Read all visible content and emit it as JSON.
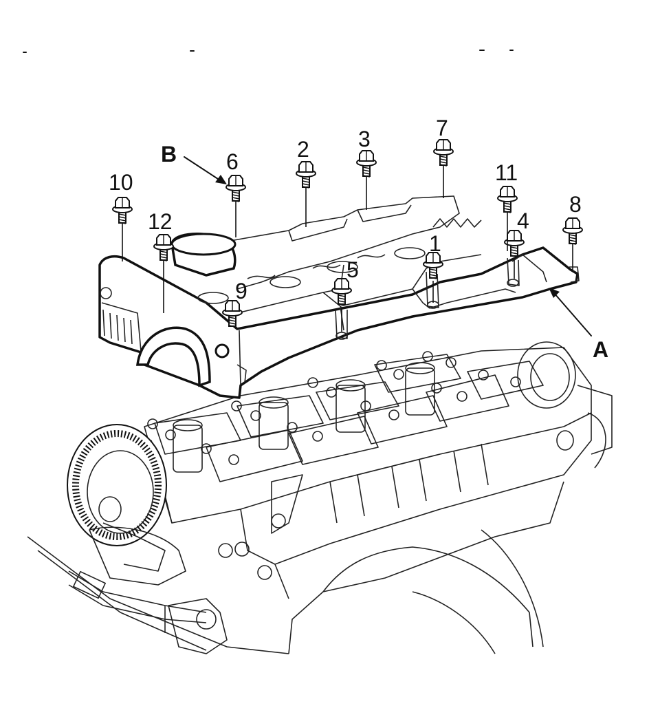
{
  "diagram": {
    "callouts": {
      "b1": "1",
      "b2": "2",
      "b3": "3",
      "b4": "4",
      "b5": "5",
      "b6": "6",
      "b7": "7",
      "b8": "8",
      "b9": "9",
      "b10": "10",
      "b11": "11",
      "b12": "12"
    },
    "letters": {
      "a": "A",
      "b": "B"
    },
    "colors": {
      "ink": "#111111",
      "paper": "#ffffff"
    }
  }
}
